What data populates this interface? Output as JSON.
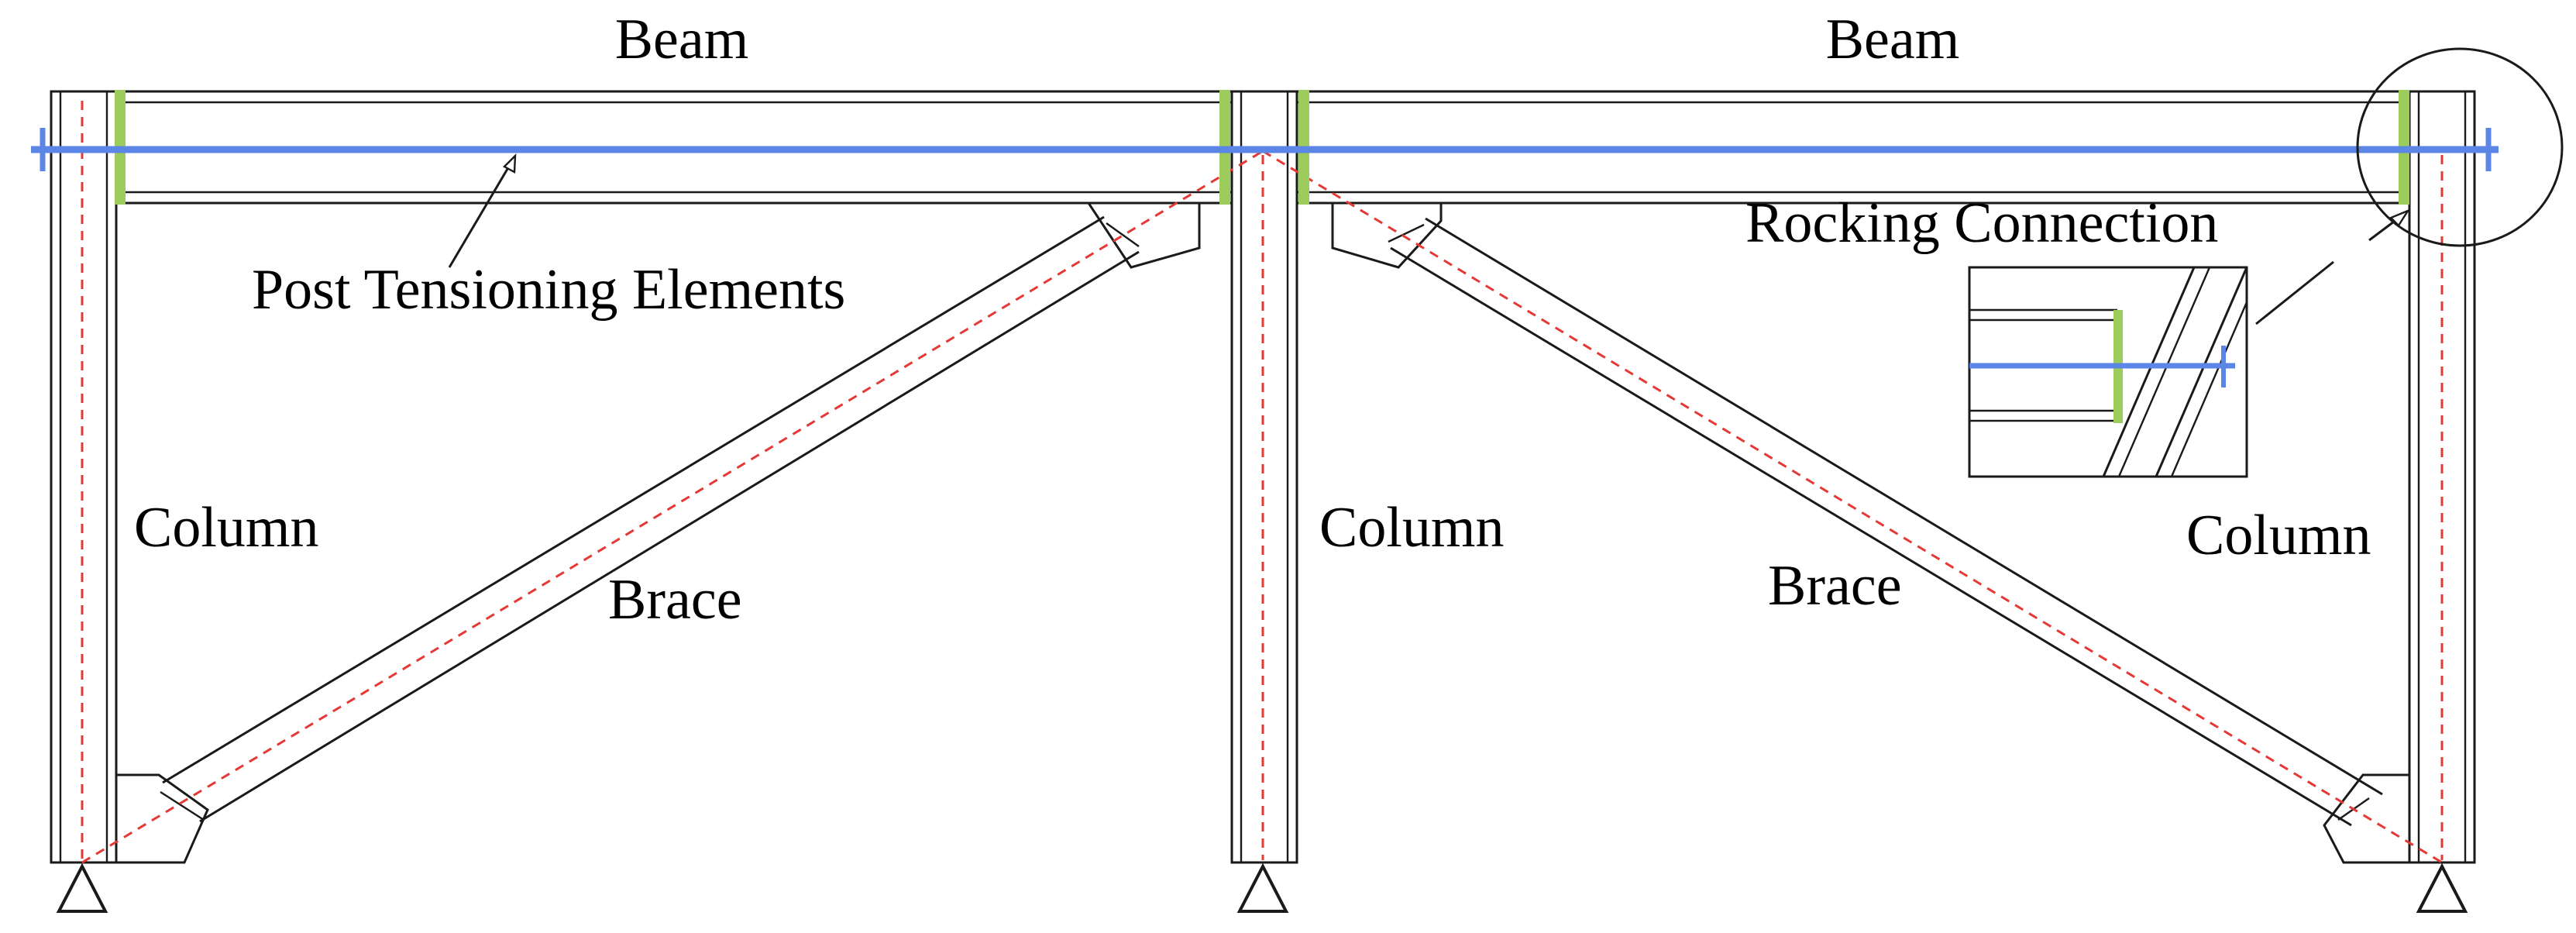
{
  "labels": {
    "beam_left": "Beam",
    "beam_right": "Beam",
    "post_tensioning": "Post Tensioning Elements",
    "rocking_connection": "Rocking Connection",
    "column_left": "Column",
    "column_middle": "Column",
    "column_right": "Column",
    "brace_left": "Brace",
    "brace_right": "Brace"
  },
  "colors": {
    "post_tensioning": "#5b86e5",
    "rocking_plate": "#9ccc5c",
    "centerline": "#e53935",
    "member": "#1a1a1a"
  }
}
